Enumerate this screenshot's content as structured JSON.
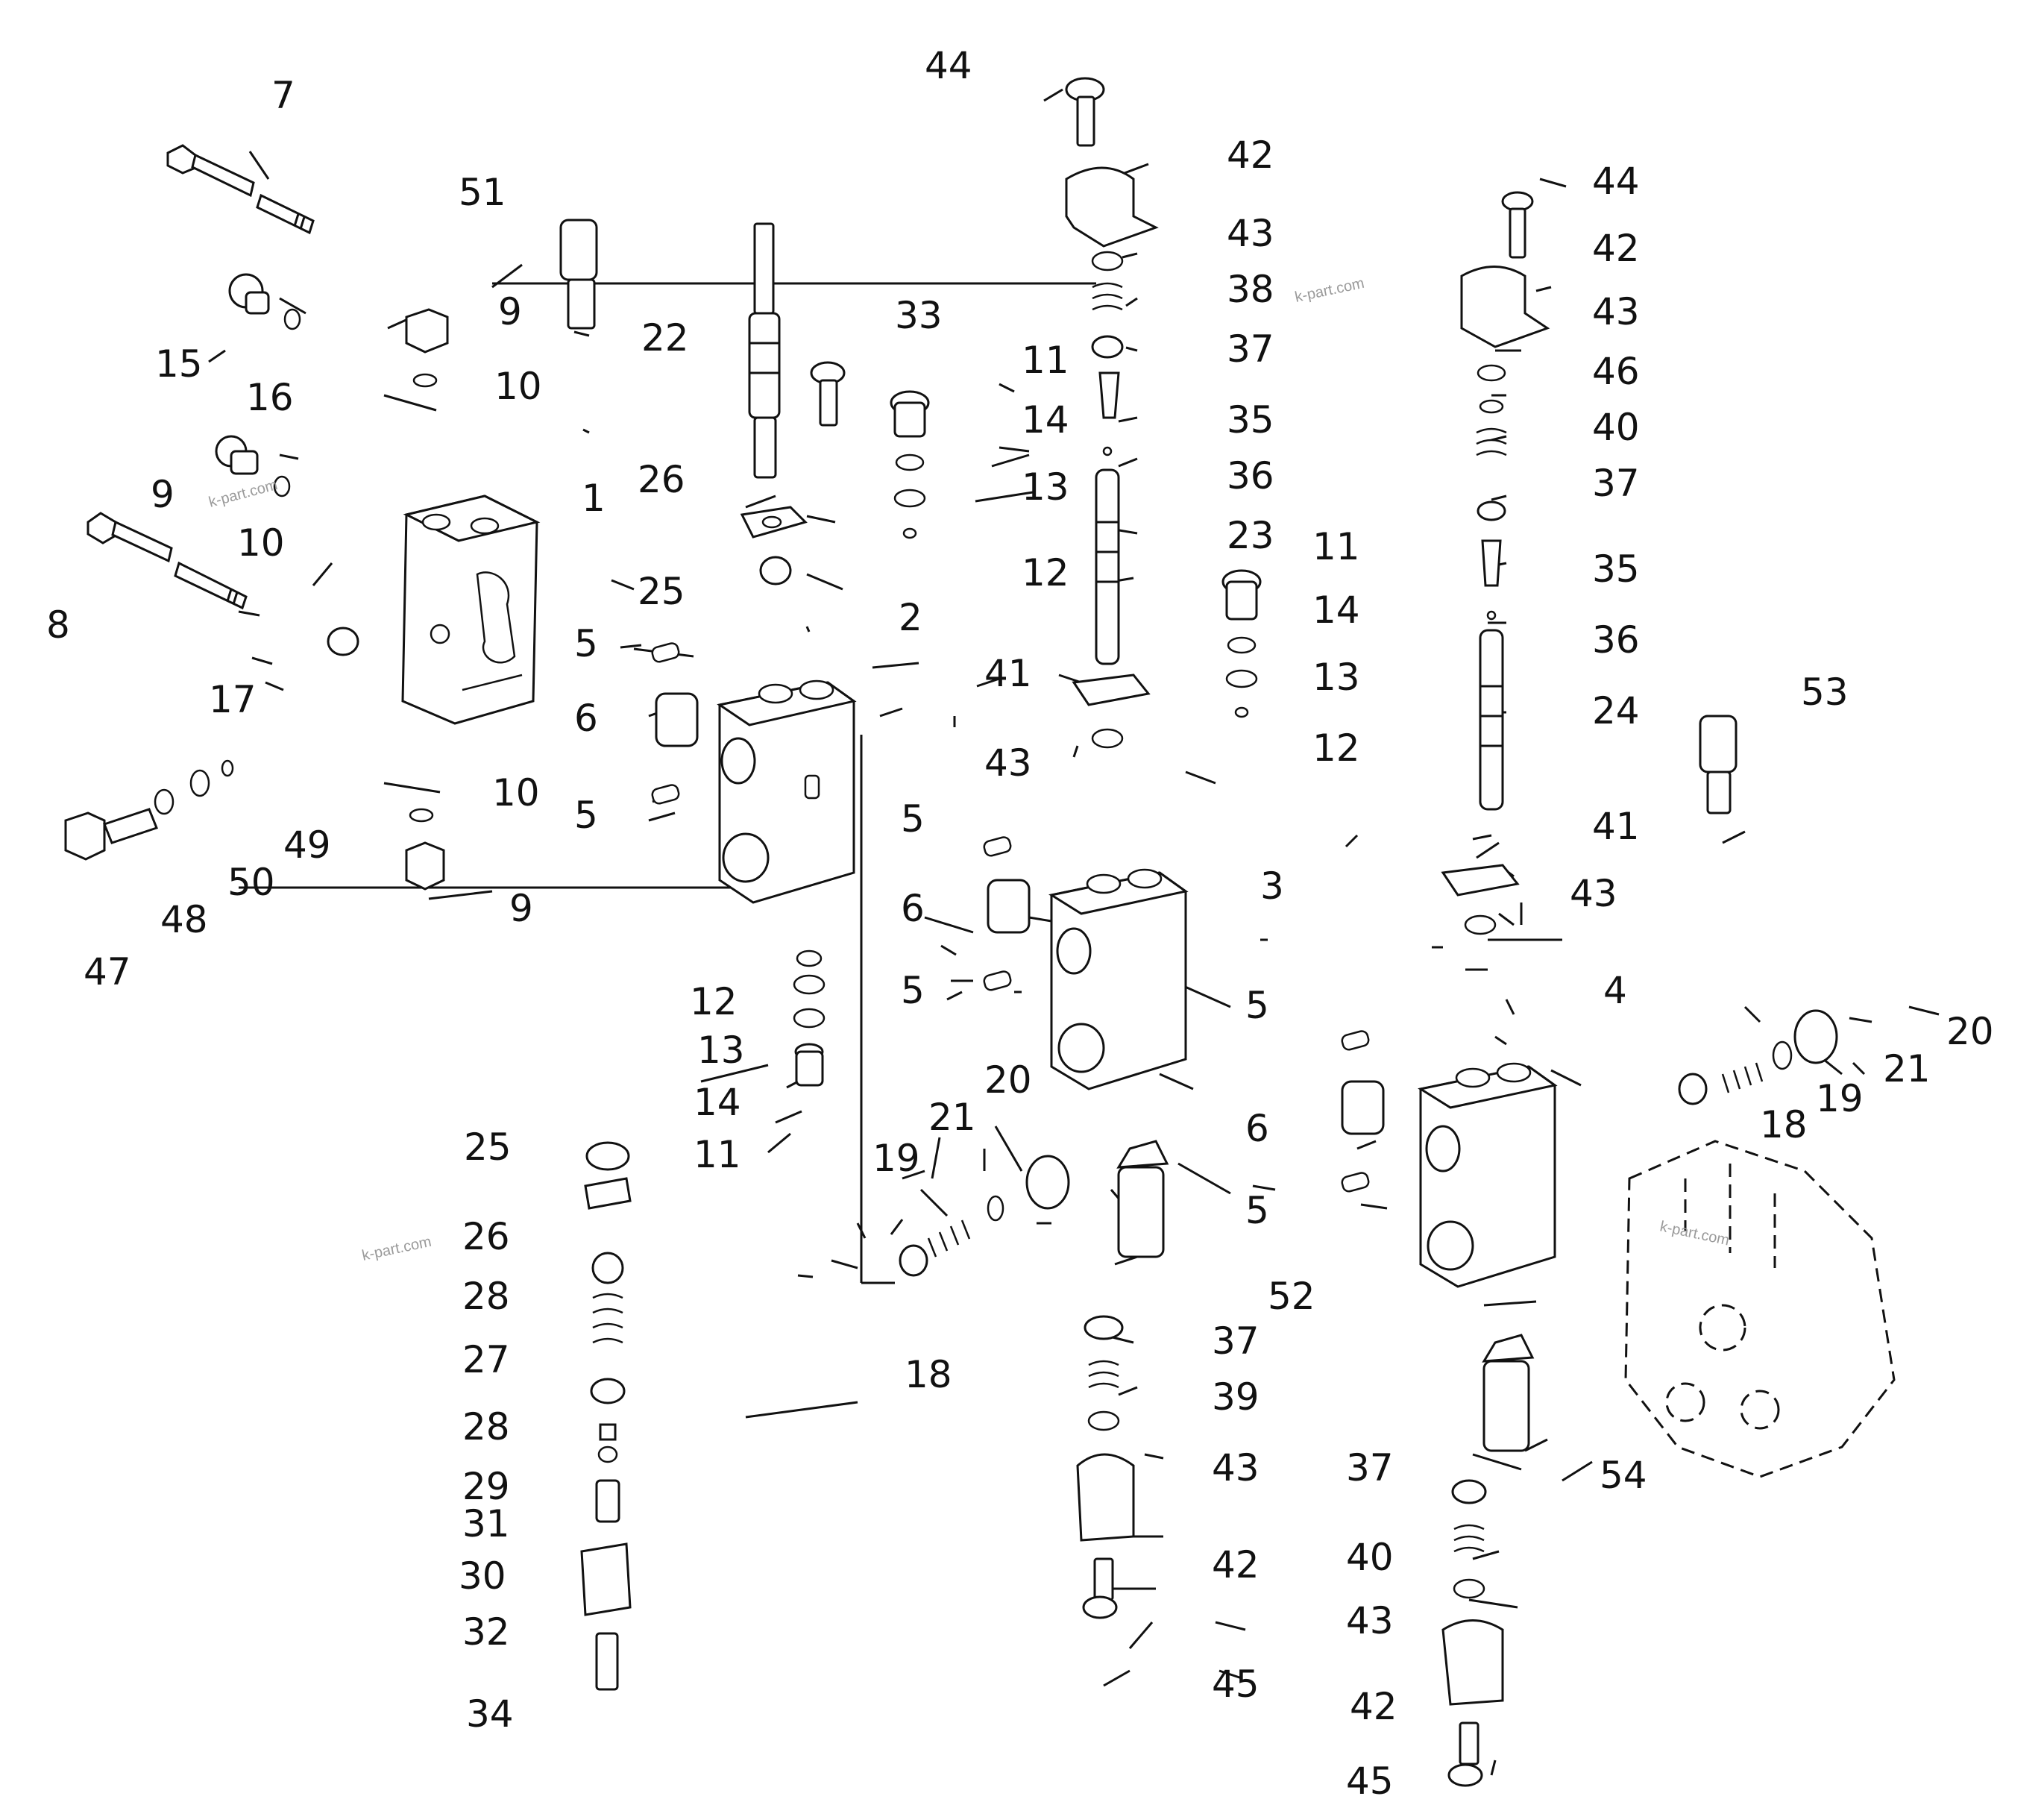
{
  "watermark": "k-part.com",
  "callouts": [
    "1",
    "2",
    "3",
    "4",
    "5",
    "6",
    "7",
    "8",
    "9",
    "10",
    "11",
    "12",
    "13",
    "14",
    "15",
    "16",
    "17",
    "18",
    "19",
    "20",
    "21",
    "22",
    "23",
    "24",
    "25",
    "26",
    "27",
    "28",
    "29",
    "30",
    "31",
    "32",
    "33",
    "34",
    "35",
    "36",
    "37",
    "38",
    "39",
    "40",
    "41",
    "42",
    "43",
    "44",
    "45",
    "46",
    "47",
    "48",
    "49",
    "50",
    "51",
    "52",
    "53",
    "54"
  ]
}
